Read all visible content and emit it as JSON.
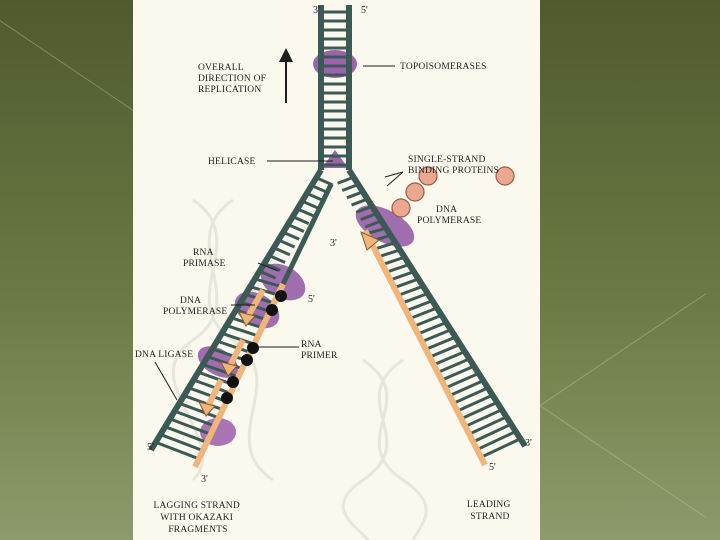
{
  "labels": {
    "direction": [
      "OVERALL",
      "DIRECTION OF",
      "REPLICATION"
    ],
    "topoisomerases": "TOPOISOMERASES",
    "helicase": "HELICASE",
    "ssb": [
      "SINGLE-STRAND",
      "BINDING PROTEINS"
    ],
    "dna_polymerase_leading": [
      "DNA",
      "POLYMERASE"
    ],
    "rna_primase": [
      "RNA",
      "PRIMASE"
    ],
    "dna_polymerase_lagging": [
      "DNA",
      "POLYMERASE"
    ],
    "rna_primer": [
      "RNA",
      "PRIMER"
    ],
    "dna_ligase": "DNA LIGASE",
    "lagging_strand": [
      "LAGGING STRAND",
      "WITH OKAZAKI",
      "FRAGMENTS"
    ],
    "leading_strand": [
      "LEADING",
      "STRAND"
    ]
  },
  "strand_ends": {
    "top_left": "3'",
    "top_right": "5'",
    "left_inner": "3'",
    "left_rung": "5'",
    "left_bottom_outer": "5'",
    "left_bottom_inner": "3'",
    "right_bottom_outer": "3'",
    "right_bottom_inner": "5'"
  },
  "colors": {
    "backbone": "#3c5a55",
    "rung": "#3c5a55",
    "new_strand": "#f0b57a",
    "enzyme": "#8a4a9e",
    "ssb": "#e9a88f",
    "primer": "#111111",
    "text": "#1e1e1e"
  }
}
